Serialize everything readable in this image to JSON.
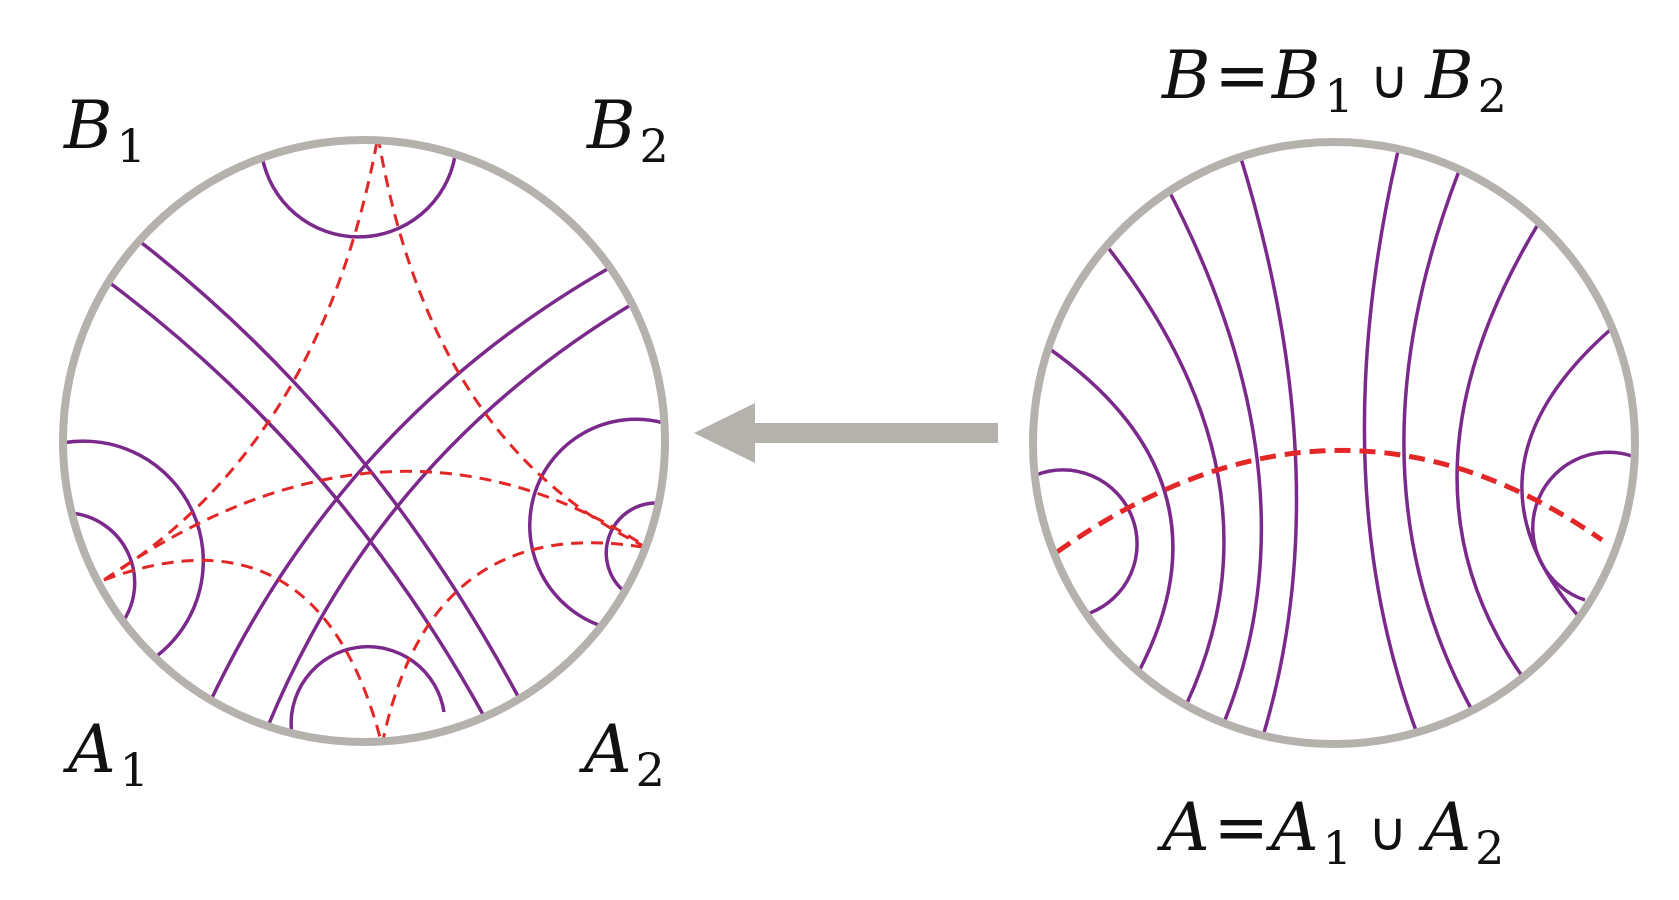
{
  "labels": {
    "b1": {
      "letter": "B",
      "sub": "1"
    },
    "b2": {
      "letter": "B",
      "sub": "2"
    },
    "a1": {
      "letter": "A",
      "sub": "1"
    },
    "a2": {
      "letter": "A",
      "sub": "2"
    },
    "b_union": {
      "letter": "B",
      "eq": "=",
      "l1": "B",
      "s1": "1",
      "op": "∪",
      "l2": "B",
      "s2": "2"
    },
    "a_union": {
      "letter": "A",
      "eq": "=",
      "l1": "A",
      "s1": "1",
      "op": "∪",
      "l2": "A",
      "s2": "2"
    }
  },
  "colors": {
    "disk_border": "#b5b2ad",
    "geodesic": "#7b2a8c",
    "rt_surface": "#e32727",
    "arrow": "#b5b2ad"
  }
}
